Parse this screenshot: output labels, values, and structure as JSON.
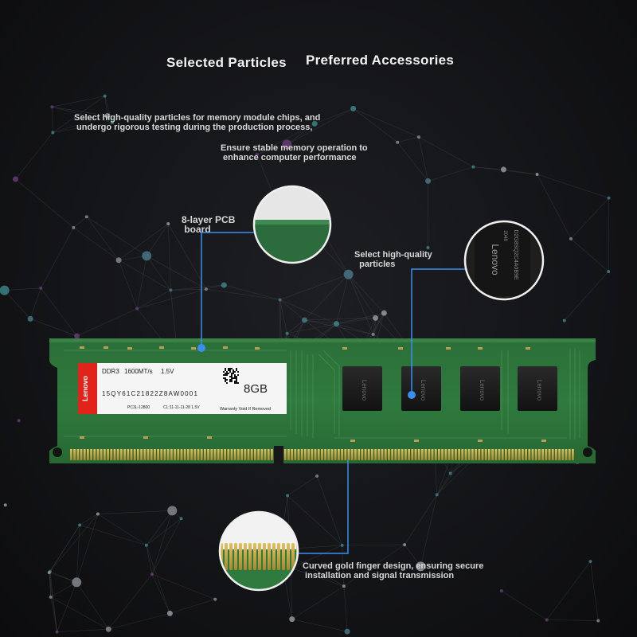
{
  "headings": {
    "left": "Selected Particles",
    "right": "Preferred Accessories"
  },
  "descriptions": {
    "intro": "Select high-quality particles for memory module chips, and\n undergo rigorous testing during the production process,",
    "stability": "Ensure stable memory operation to\n enhance computer performance"
  },
  "callouts": {
    "pcb": "8-layer PCB\n board",
    "particles": "Select high-quality\n  particles",
    "gold_finger": "Curved gold finger design, ensuring secure\n installation and signal transmission"
  },
  "label_sticker": {
    "brand": "Lenovo",
    "type": "DDR3",
    "speed": "1600MT/s",
    "voltage": "1.5V",
    "serial": "15QY61C21822Z8AW0001",
    "part": "PC3L-12800",
    "timing": "CL:11-11-11-28 1.5V",
    "capacity": "8GB",
    "warranty": "Warranty Void If Removed"
  },
  "chip": {
    "brand": "Lenovo",
    "code1": "D2G8SQ2C4A0B9E",
    "code2": "2048"
  },
  "colors": {
    "pcb_green": "#2f7a3e",
    "gold": "#c9a94a",
    "callout_blue": "#3a8ef0",
    "chip_black": "#1a1a1a",
    "brand_red": "#e2231a"
  }
}
